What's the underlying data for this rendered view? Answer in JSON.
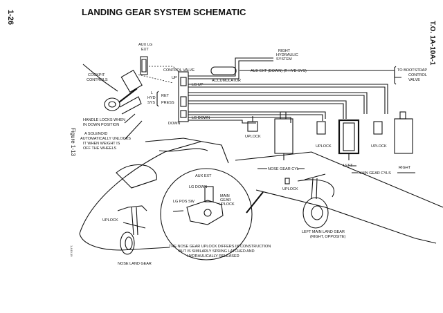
{
  "header": {
    "page_number": "1-26",
    "title": "LANDING GEAR SYSTEM SCHEMATIC",
    "document_id": "T.O. 1A-10A-1"
  },
  "side": {
    "figure": "Figure 1-13",
    "ref_code": "1-A10-19"
  },
  "labels": {
    "aux_lg_ext": [
      "AUX LG",
      "EXT"
    ],
    "cockpit_controls": [
      "COCKPIT",
      "CONTROLS"
    ],
    "handle_note": [
      "HANDLE LOCKS WHEN",
      "IN DOWN POSITION"
    ],
    "solenoid_note": [
      "A SOLENOID",
      "AUTOMATICALLY UNLOCKS",
      "IT WHEN WEIGHT IS",
      "OFF THE WHEELS"
    ],
    "right_hyd": [
      "RIGHT",
      "HYDRAULIC",
      "SYSTEM"
    ],
    "control_valve": "CONTROL VALVE",
    "aux_ext_line": "AUX EXT (DOWN) (R HYD SYS)",
    "accumulator": "ACCUMULATOR",
    "bootstrap": [
      "TO BOOTSTRAP",
      "CONTROL",
      "VALVE"
    ],
    "up": "UP",
    "lg_up": "LG UP",
    "down": "DOWN",
    "lg_down": "LG DOWN",
    "l_hyd_sys": [
      "L",
      "HYD",
      "SYS"
    ],
    "ret": "RET",
    "press": "PRESS",
    "uplock": "UPLOCK",
    "nose_gear_cyl": "NOSE GEAR CYL",
    "left": "LEFT",
    "right": "RIGHT",
    "main_gear_cyls": "MAIN GEAR CYLS",
    "aux_ext": "AUX EXT",
    "lg_down2": "LG DOWN",
    "main_gear_uplock": [
      "MAIN",
      "GEAR",
      "UPLOCK"
    ],
    "lg_pos_sw": "LG POS SW",
    "nose_uplock_note": [
      "THE NOSE GEAR UPLOCK DIFFERS IN CONSTRUCTION",
      "BUT IS SIMILARLY SPRING LATCHED AND",
      "HYDRAULICALLY RELEASED"
    ],
    "left_main_gear": [
      "LEFT MAIN LAND GEAR",
      "(RIGHT, OPPOSITE)"
    ],
    "nose_land_gear": "NOSE LAND GEAR"
  }
}
